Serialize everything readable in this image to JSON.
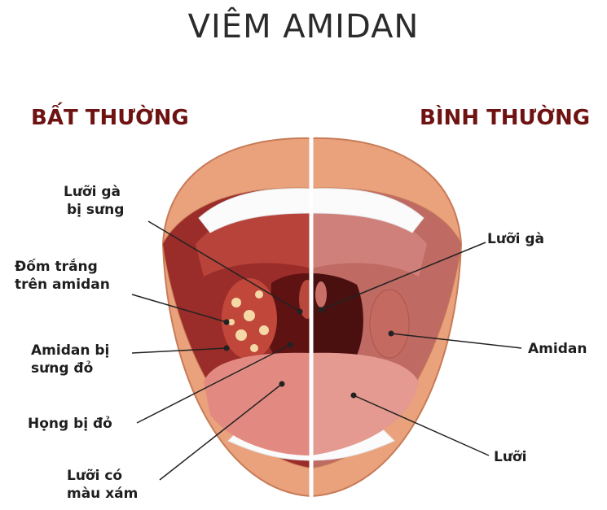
{
  "title": "VIÊM AMIDAN",
  "sections": {
    "abnormal": "BẤT THƯỜNG",
    "normal": "BÌNH THƯỜNG"
  },
  "labels": {
    "swollen_uvula_1": "Lưỡi gà",
    "swollen_uvula_2": "bị sưng",
    "white_spots_1": "Đốm trắng",
    "white_spots_2": "trên amidan",
    "swollen_tonsil_1": "Amidan bị",
    "swollen_tonsil_2": "sưng đỏ",
    "red_throat": "Họng bị đỏ",
    "gray_tongue_1": "Lưỡi có",
    "gray_tongue_2": "màu xám",
    "uvula": "Lưỡi gà",
    "tonsil": "Amidan",
    "tongue": "Lưỡi"
  },
  "colors": {
    "lip": "#eaa27c",
    "teeth": "#fbfbfb",
    "abnormal_throat": "#9a2d2a",
    "normal_throat": "#bf6a62",
    "section_title": "#6e1212"
  }
}
